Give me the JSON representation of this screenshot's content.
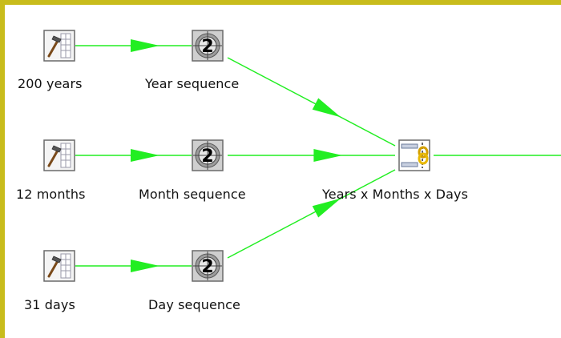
{
  "colors": {
    "border": "#c8bc1c",
    "hop": "#22ee22",
    "background": "#ffffff",
    "label": "#111111"
  },
  "steps": {
    "years_gen": {
      "label": "200 years",
      "icon": "generate-rows-icon"
    },
    "year_seq": {
      "label": "Year sequence",
      "icon": "add-sequence-icon"
    },
    "months_gen": {
      "label": "12 months",
      "icon": "generate-rows-icon"
    },
    "month_seq": {
      "label": "Month sequence",
      "icon": "add-sequence-icon"
    },
    "days_gen": {
      "label": "31 days",
      "icon": "generate-rows-icon"
    },
    "day_seq": {
      "label": "Day sequence",
      "icon": "add-sequence-icon"
    },
    "join": {
      "label": "Years x Months x Days",
      "icon": "join-rows-cartesian-icon"
    }
  }
}
